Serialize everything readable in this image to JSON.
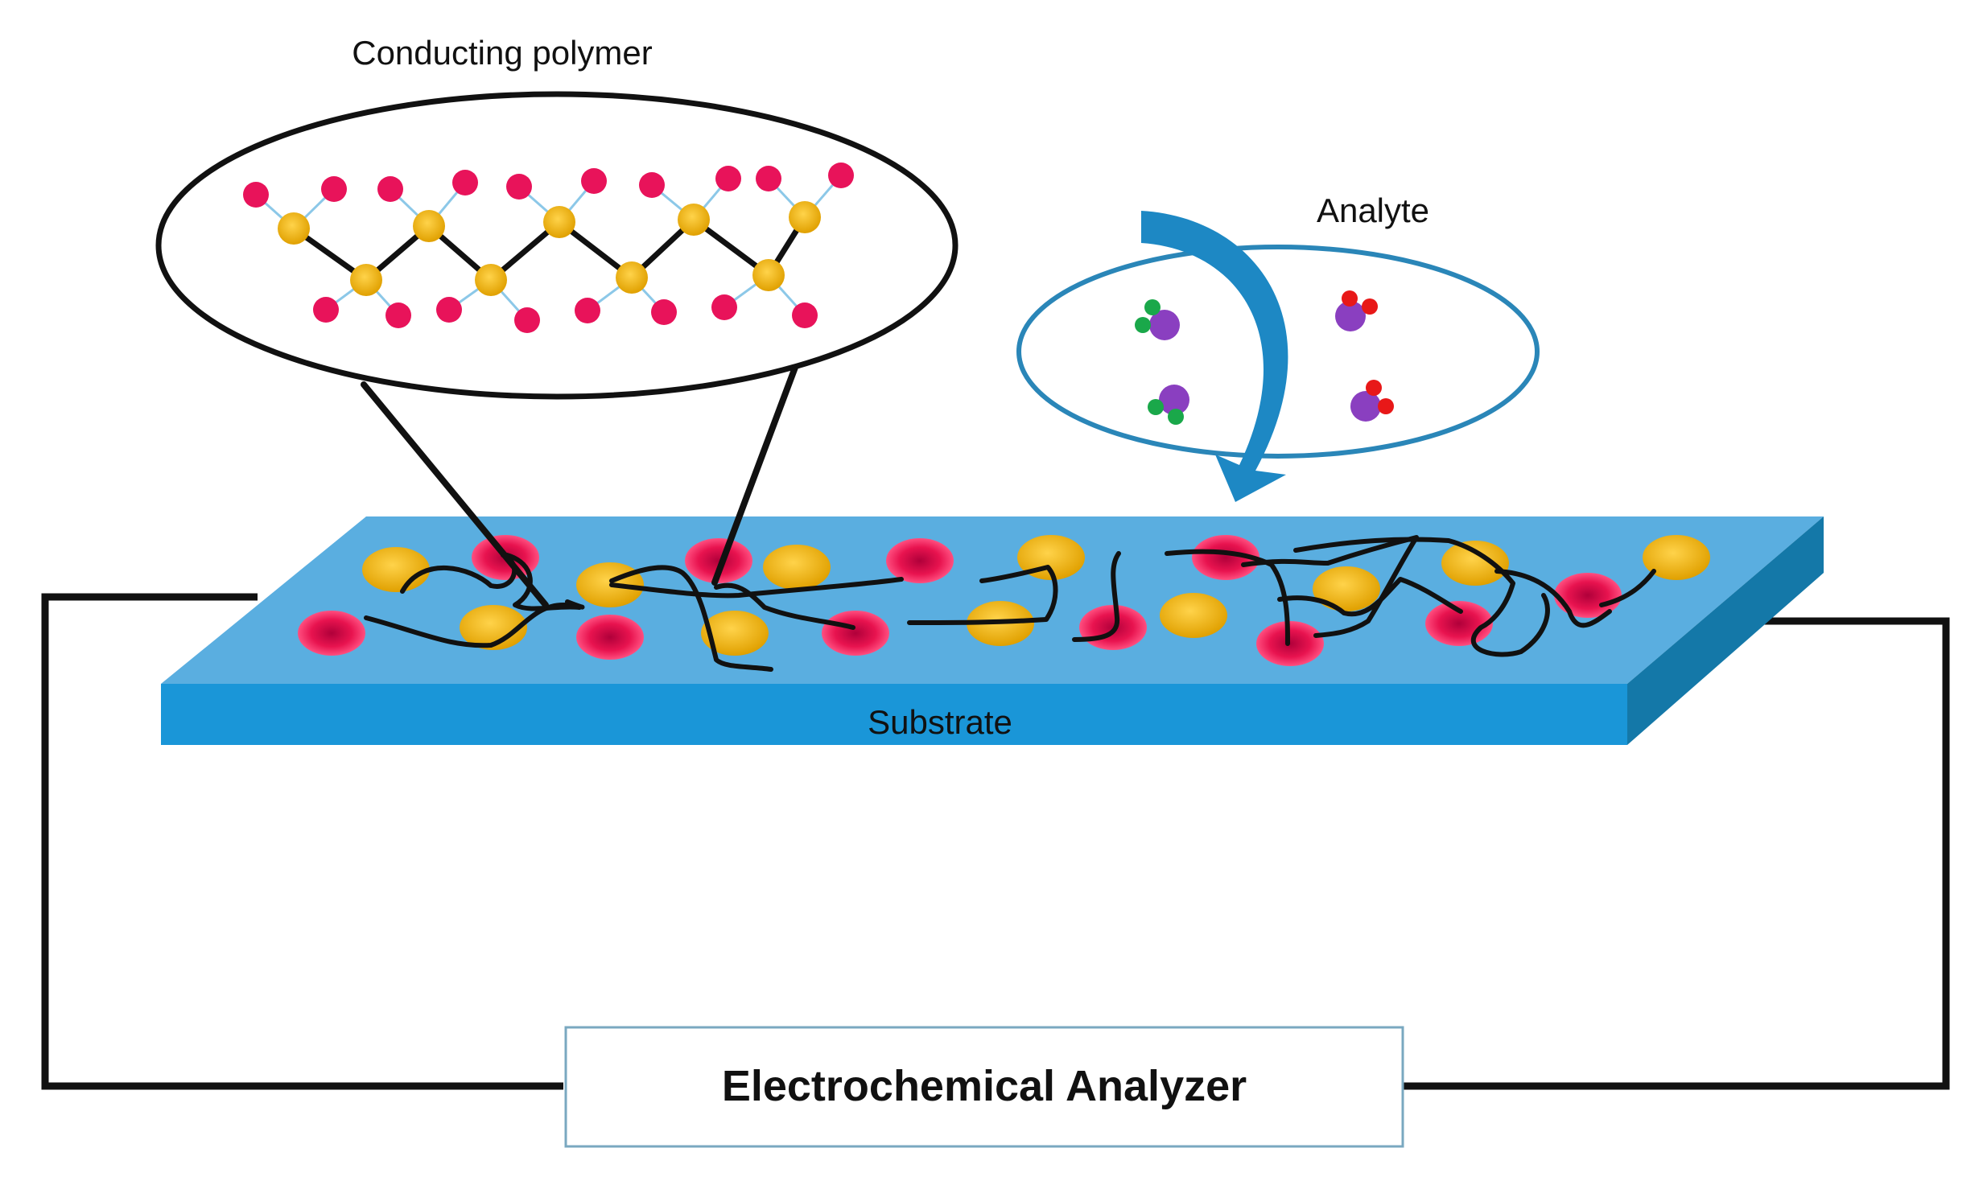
{
  "labels": {
    "conducting_polymer": "Conducting polymer",
    "analyte": "Analyte",
    "substrate": "Substrate",
    "analyzer": "Electrochemical Analyzer"
  },
  "colors": {
    "substrate_top": "#5aaee0",
    "substrate_front": "#1a96d8",
    "substrate_side": "#1478a8",
    "pink_particle": "#e8134f",
    "gold_particle": "#f5b400",
    "analyte_ring": "#2a86b8",
    "arrow": "#1d88c4",
    "purple": "#8a3fc0",
    "green": "#1aa84a",
    "red": "#e81818"
  }
}
